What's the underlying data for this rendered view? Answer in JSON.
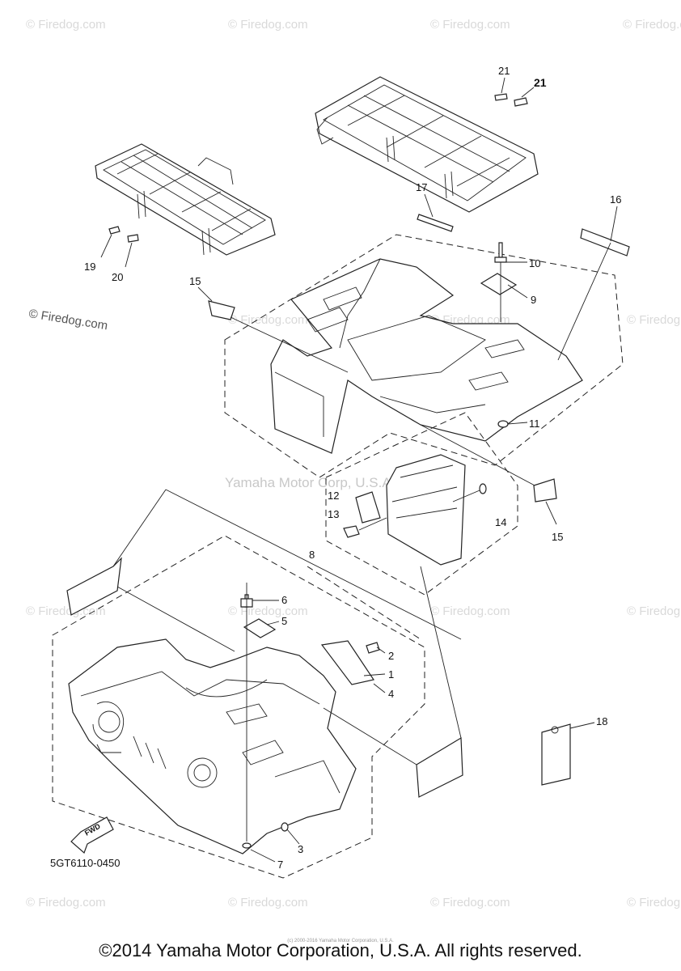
{
  "watermarks": {
    "site": "© Firedog.com",
    "center": "Yamaha Motor Corp, U.S.A."
  },
  "side_watermark": "© Firedog.com",
  "part_code": "5GT6110-0450",
  "fwd_label": "FWD",
  "callouts": {
    "c1": "1",
    "c2": "2",
    "c3": "3",
    "c4": "4",
    "c5": "5",
    "c6": "6",
    "c7": "7",
    "c8": "8",
    "c9": "9",
    "c10": "10",
    "c11": "11",
    "c12": "12",
    "c13": "13",
    "c14": "14",
    "c15a": "15",
    "c15b": "15",
    "c16": "16",
    "c17": "17",
    "c18": "18",
    "c19": "19",
    "c20": "20",
    "c21a": "21",
    "c21b": "21"
  },
  "copyright_small": "(c) 2000-2016 Yamaha Motor Corporation, U.S.A.",
  "copyright": "©2014 Yamaha Motor Corporation, U.S.A. All rights reserved."
}
